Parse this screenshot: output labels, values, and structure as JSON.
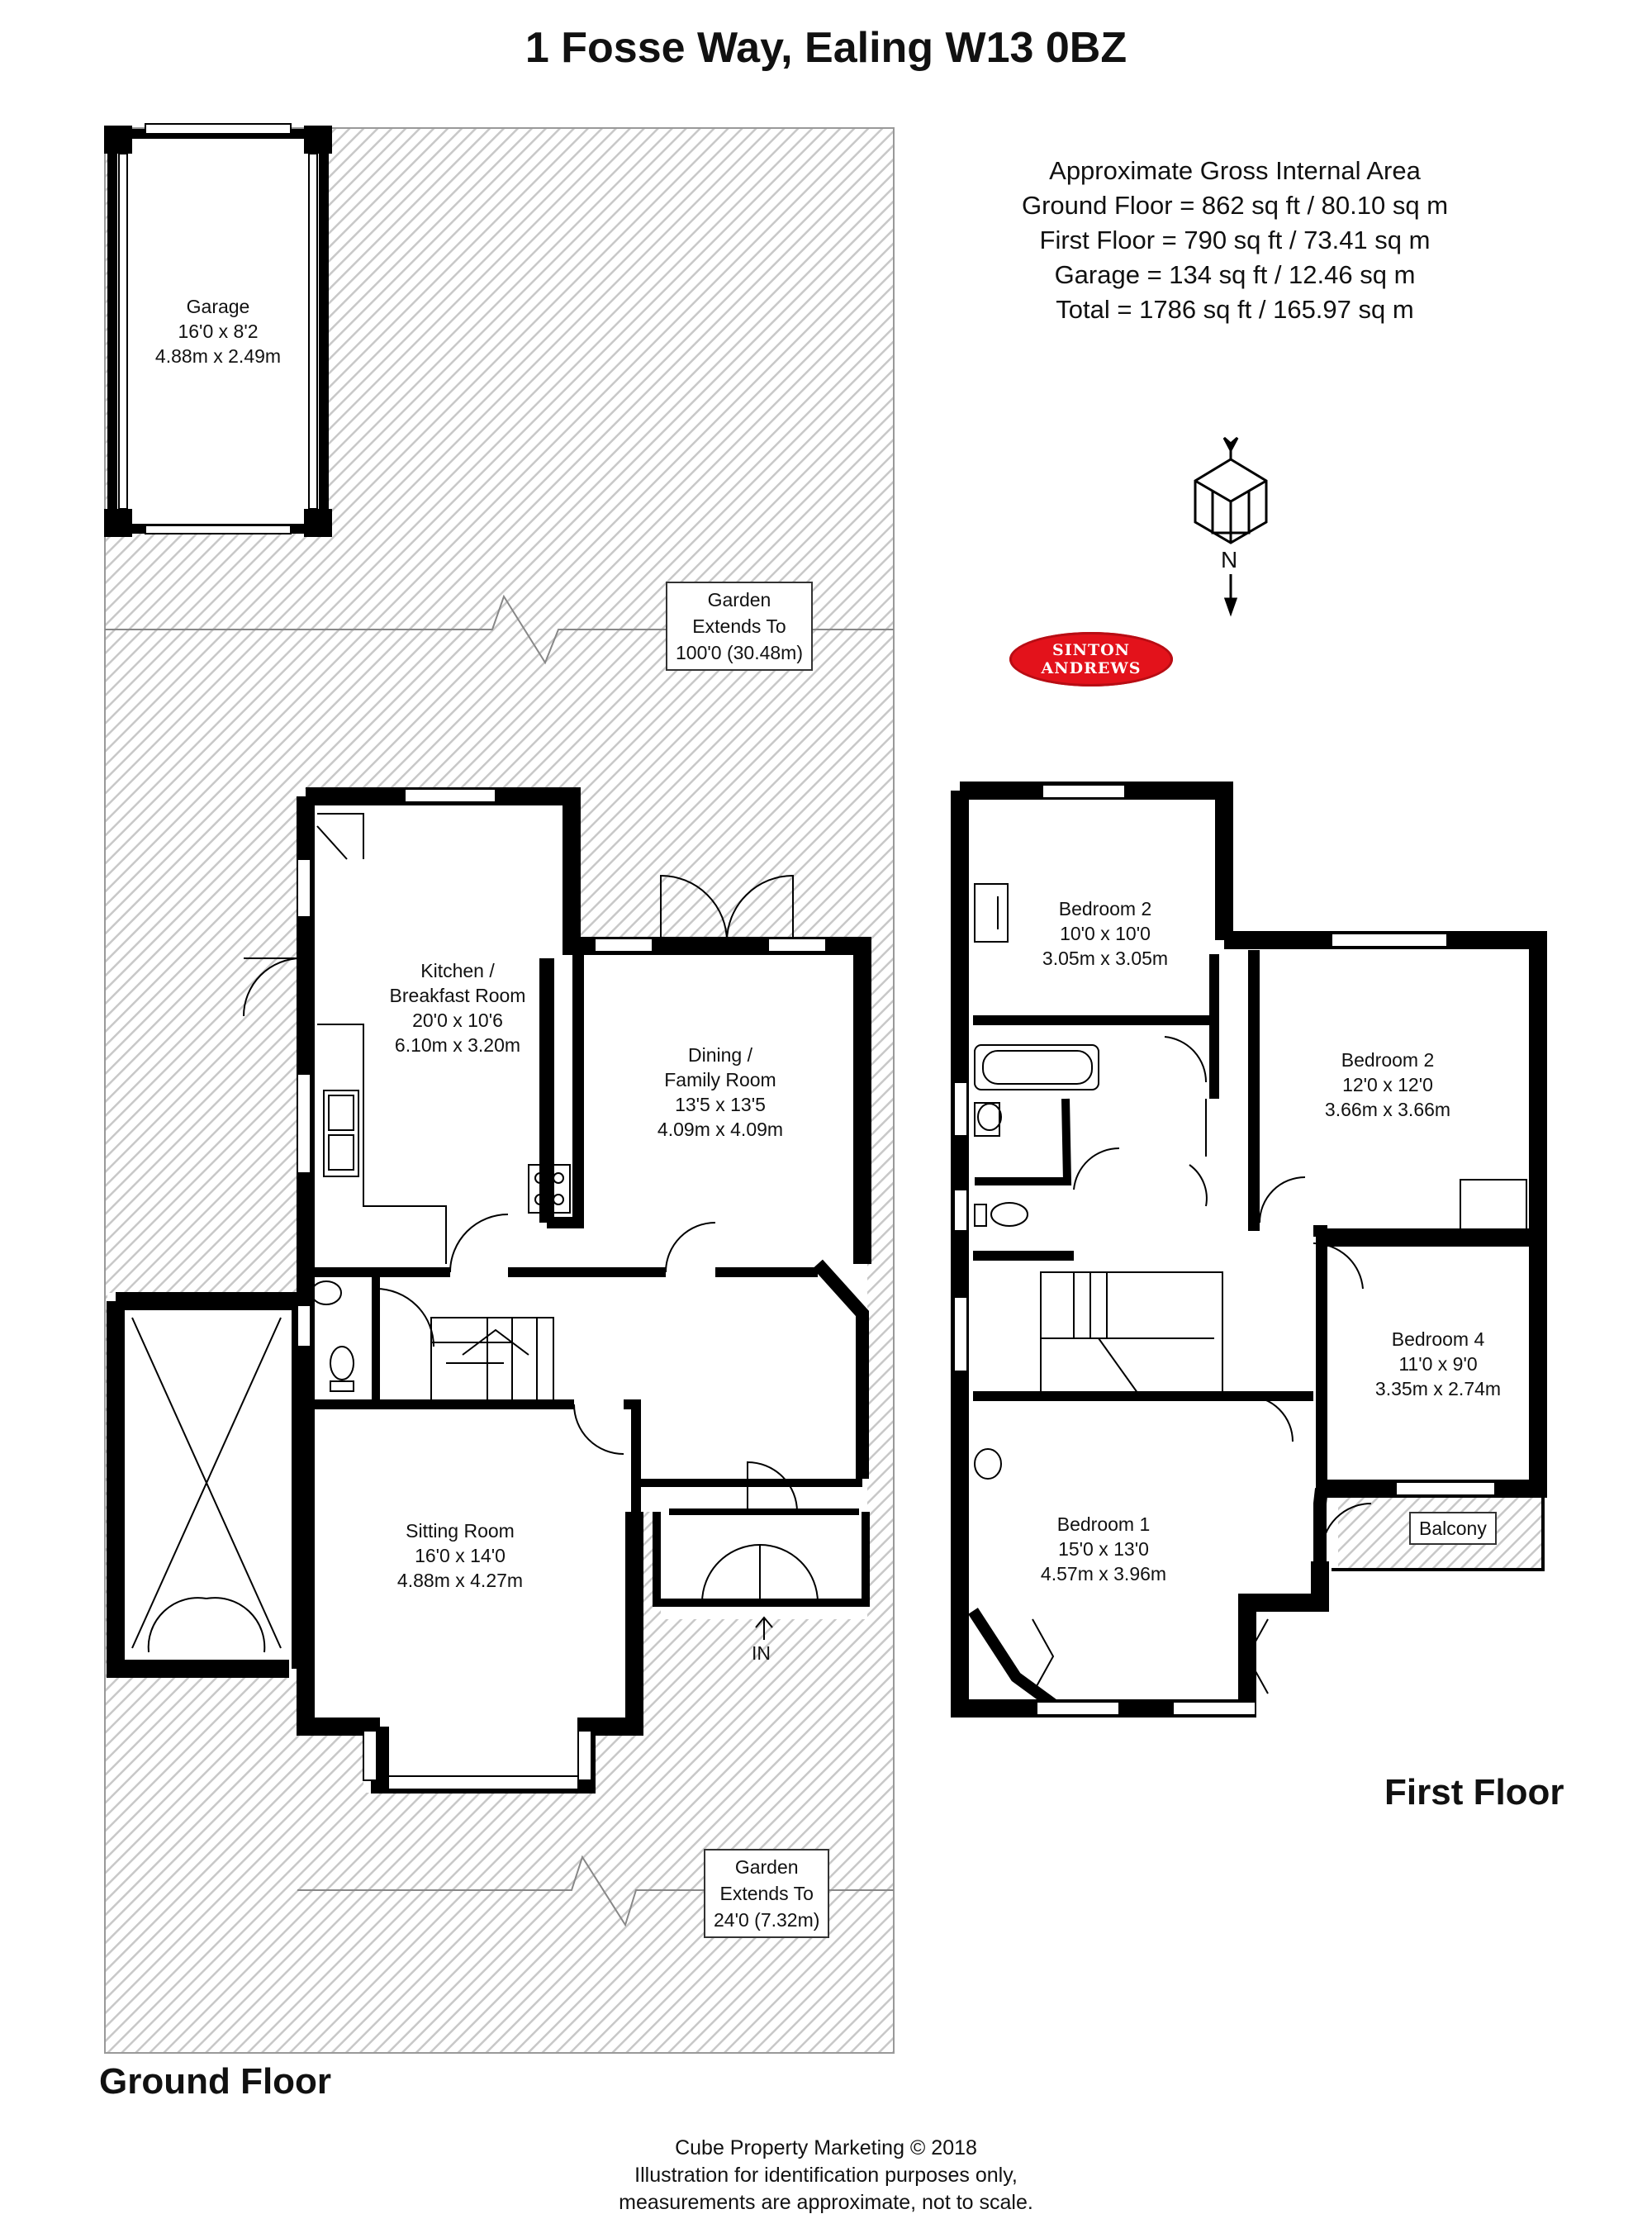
{
  "title": "1 Fosse Way, Ealing W13 0BZ",
  "areas": {
    "heading": "Approximate Gross Internal Area",
    "ground": "Ground Floor = 862 sq ft / 80.10 sq m",
    "first": "First Floor = 790 sq ft / 73.41 sq m",
    "garage": "Garage = 134 sq ft / 12.46 sq m",
    "total": "Total = 1786 sq ft / 165.97 sq m"
  },
  "compass": {
    "label": "N"
  },
  "logo": {
    "line1": "SINTON",
    "line2": "ANDREWS",
    "color": "#e3121b"
  },
  "ground_floor": {
    "label": "Ground Floor",
    "garage": {
      "name": "Garage",
      "imperial": "16'0 x 8'2",
      "metric": "4.88m x 2.49m"
    },
    "garden_rear": {
      "line1": "Garden",
      "line2": "Extends To",
      "line3": "100'0 (30.48m)"
    },
    "kitchen": {
      "name1": "Kitchen /",
      "name2": "Breakfast Room",
      "imperial": "20'0 x 10'6",
      "metric": "6.10m x 3.20m"
    },
    "dining": {
      "name1": "Dining /",
      "name2": "Family Room",
      "imperial": "13'5 x 13'5",
      "metric": "4.09m x 4.09m"
    },
    "sitting": {
      "name": "Sitting Room",
      "imperial": "16'0 x 14'0",
      "metric": "4.88m x 4.27m"
    },
    "entrance": "IN",
    "garden_front": {
      "line1": "Garden",
      "line2": "Extends To",
      "line3": "24'0 (7.32m)"
    }
  },
  "first_floor": {
    "label": "First Floor",
    "bedroom2a": {
      "name": "Bedroom 2",
      "imperial": "10'0 x 10'0",
      "metric": "3.05m x 3.05m"
    },
    "bedroom2b": {
      "name": "Bedroom 2",
      "imperial": "12'0 x 12'0",
      "metric": "3.66m x 3.66m"
    },
    "bedroom4": {
      "name": "Bedroom 4",
      "imperial": "11'0 x 9'0",
      "metric": "3.35m x 2.74m"
    },
    "bedroom1": {
      "name": "Bedroom 1",
      "imperial": "15'0 x 13'0",
      "metric": "4.57m x 3.96m"
    },
    "balcony": "Balcony"
  },
  "footer": {
    "line1": "Cube Property Marketing © 2018",
    "line2": "Illustration for identification purposes only,",
    "line3": "measurements are approximate, not to scale."
  }
}
